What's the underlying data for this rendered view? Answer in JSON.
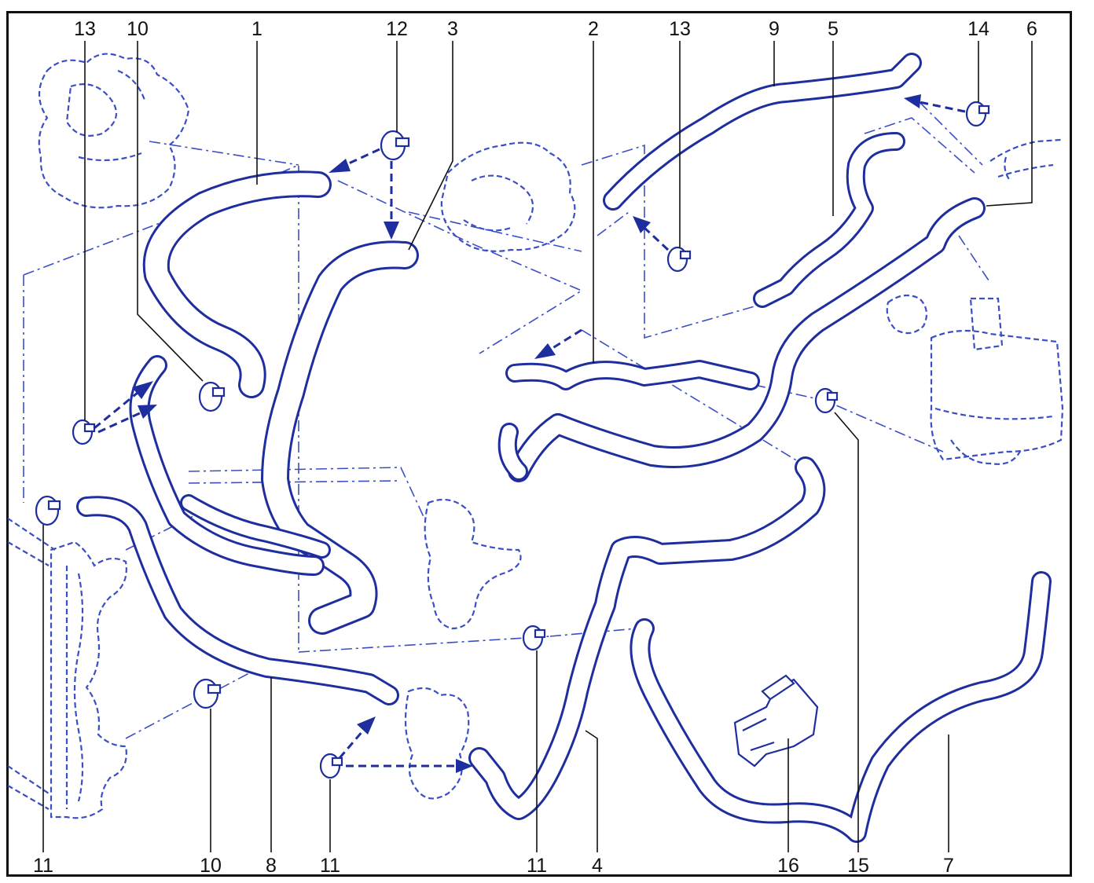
{
  "figure": {
    "callouts_top": [
      "13",
      "10",
      "1",
      "12",
      "3",
      "2",
      "13",
      "9",
      "5",
      "14",
      "6"
    ],
    "callouts_bottom": [
      "11",
      "10",
      "8",
      "11",
      "11",
      "4",
      "16",
      "15",
      "7"
    ]
  },
  "colors": {
    "line": "#1e2e9e",
    "phantom": "#3b4fc4",
    "text": "#111111",
    "frame": "#111111"
  }
}
